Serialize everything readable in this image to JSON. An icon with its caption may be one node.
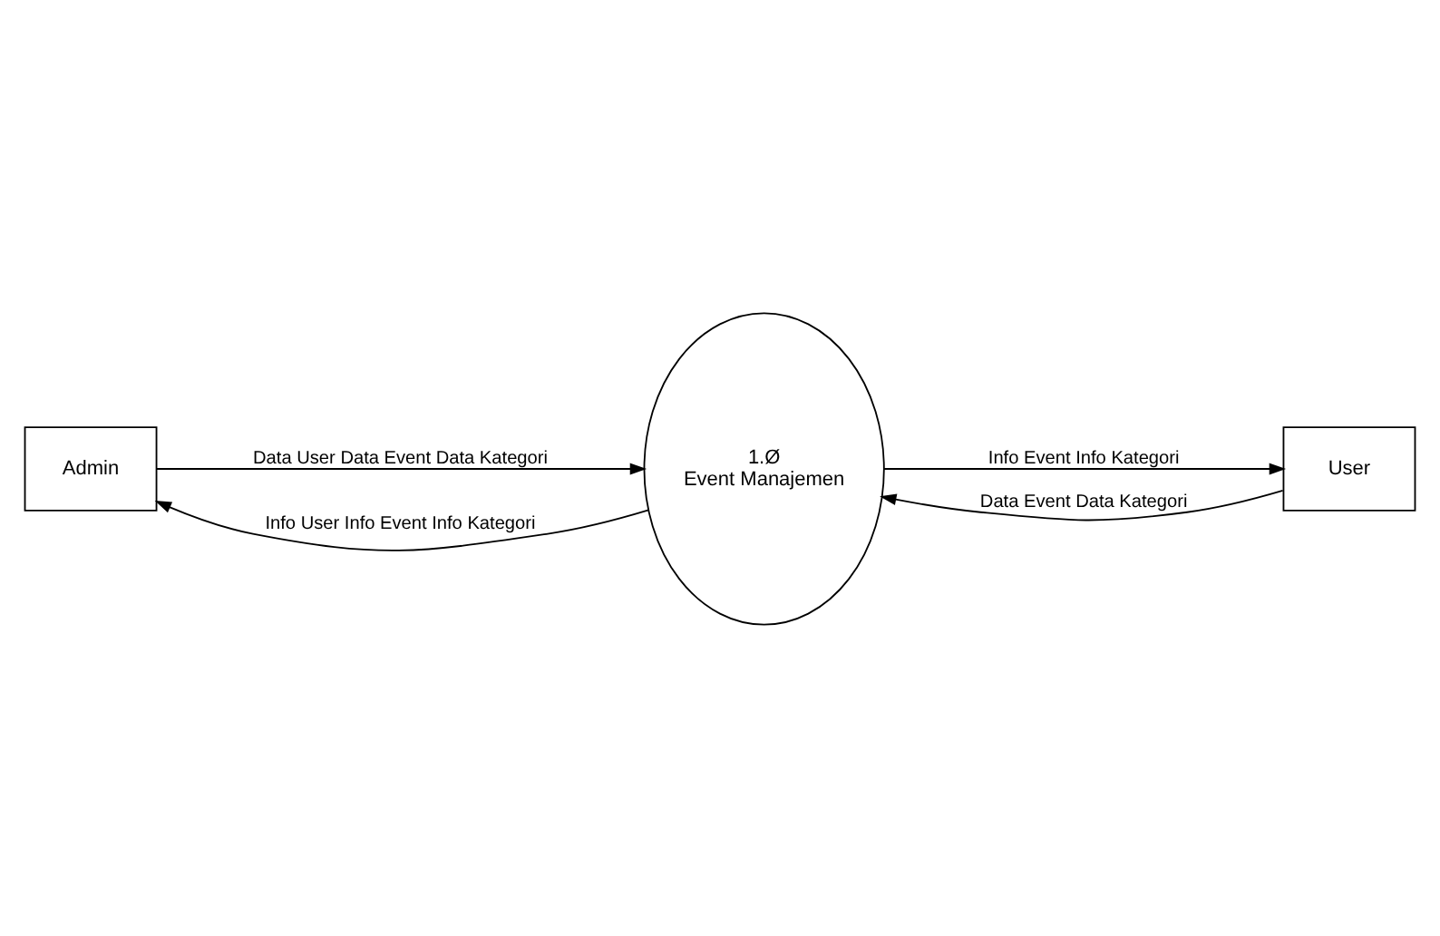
{
  "diagram": {
    "nodes": [
      {
        "text": [
          "Admin"
        ]
      },
      {
        "text": [
          "1.Ø",
          "Event Manajemen"
        ]
      },
      {
        "text": [
          "User"
        ]
      }
    ],
    "edges": [
      {
        "from": 1,
        "to": 2,
        "arrow": "to",
        "label": "Info Event Info Kategori"
      },
      {
        "from": 2,
        "to": 1,
        "arrow": "to",
        "label": "Data Event Data Kategori"
      },
      {
        "from": 1,
        "to": 0,
        "arrow": "to",
        "label": "Info User Info Event Info Kategori"
      },
      {
        "from": 0,
        "to": 1,
        "arrow": "to",
        "label": "Data User Data Event Data Kategori"
      }
    ]
  }
}
